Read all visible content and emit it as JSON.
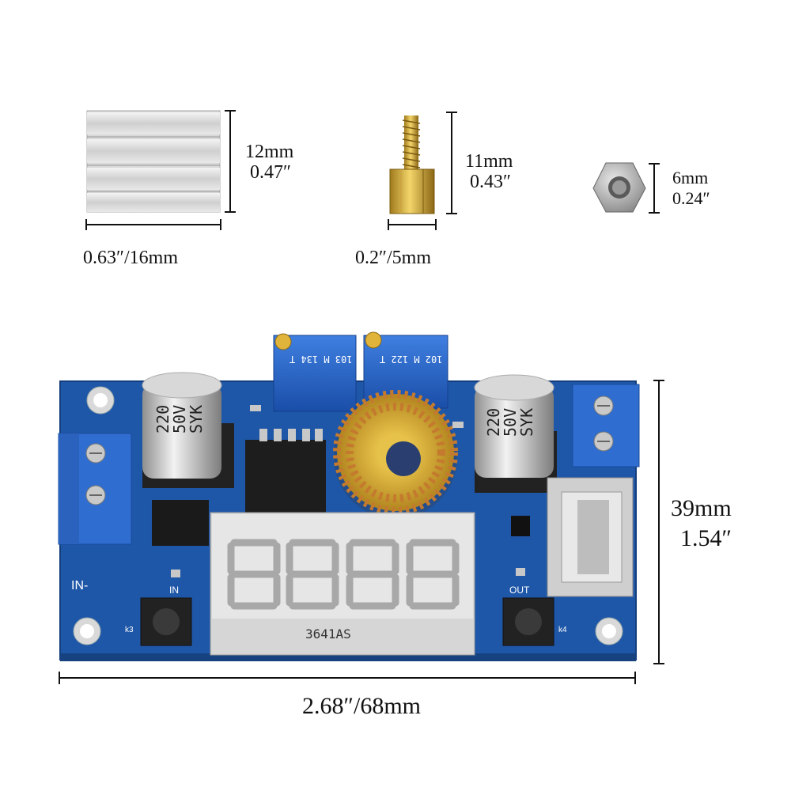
{
  "heatsink": {
    "height_mm": "12mm",
    "height_in": "0.47″",
    "width_label": "0.63″/16mm"
  },
  "standoff": {
    "height_mm": "11mm",
    "height_in": "0.43″",
    "width_label": "0.2″/5mm"
  },
  "nut": {
    "size_mm": "6mm",
    "size_in": "0.24″"
  },
  "board": {
    "height_mm": "39mm",
    "height_in": "1.54″",
    "width_label": "2.68″/68mm",
    "capacitor_left": [
      "220",
      "50V",
      "SYK"
    ],
    "capacitor_right": [
      "220",
      "50V",
      "SYK"
    ],
    "pot_left": "103 M 134 T",
    "pot_right": "102 M 122 T",
    "display_label": "3641AS",
    "silk_in_minus": "IN-",
    "silk_in": "IN",
    "silk_out": "OUT",
    "silk_k3": "k3",
    "silk_k4": "k4"
  },
  "colors": {
    "pcb": "#1f57a8",
    "terminal": "#2f6ed0",
    "copper": "#c47a2e",
    "display": "#e6e6e6"
  }
}
